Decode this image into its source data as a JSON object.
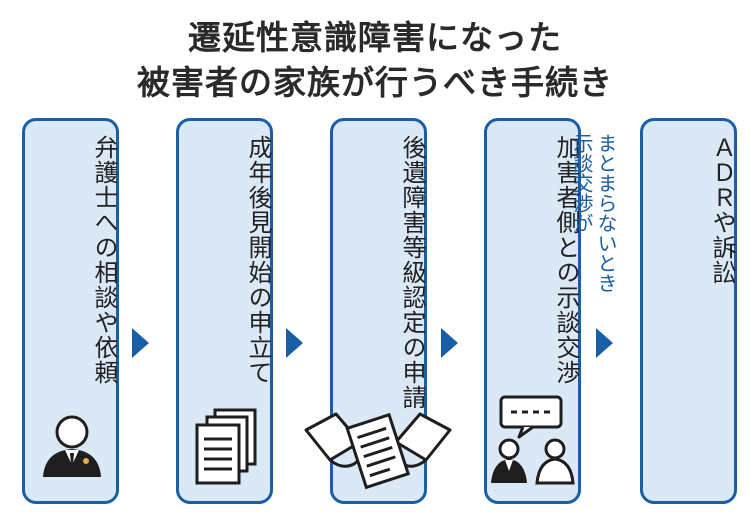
{
  "title": {
    "line1": "遷延性意識障害になった",
    "line2": "被害者の家族が行うべき手続き"
  },
  "steps": [
    {
      "label": "弁護士への相談や依頼",
      "icon": "lawyer-icon"
    },
    {
      "label": "成年後見開始の申立て",
      "icon": "documents-icon"
    },
    {
      "label": "後遺障害等級認定の申請",
      "icon": "handing-document-icon"
    },
    {
      "label": "加害者側との示談交渉",
      "icon": "negotiation-icon"
    },
    {
      "label": "ＡＤＲや訴訟",
      "icon": ""
    }
  ],
  "note": {
    "line1": "示談交渉が",
    "line2": "まとまらないとき"
  },
  "colors": {
    "border": "#1a5fa6",
    "box_fill": "#dbe9f6",
    "arrow": "#1a5fa6",
    "note_text": "#1a5fa6",
    "title_text": "#2a2a2a"
  }
}
